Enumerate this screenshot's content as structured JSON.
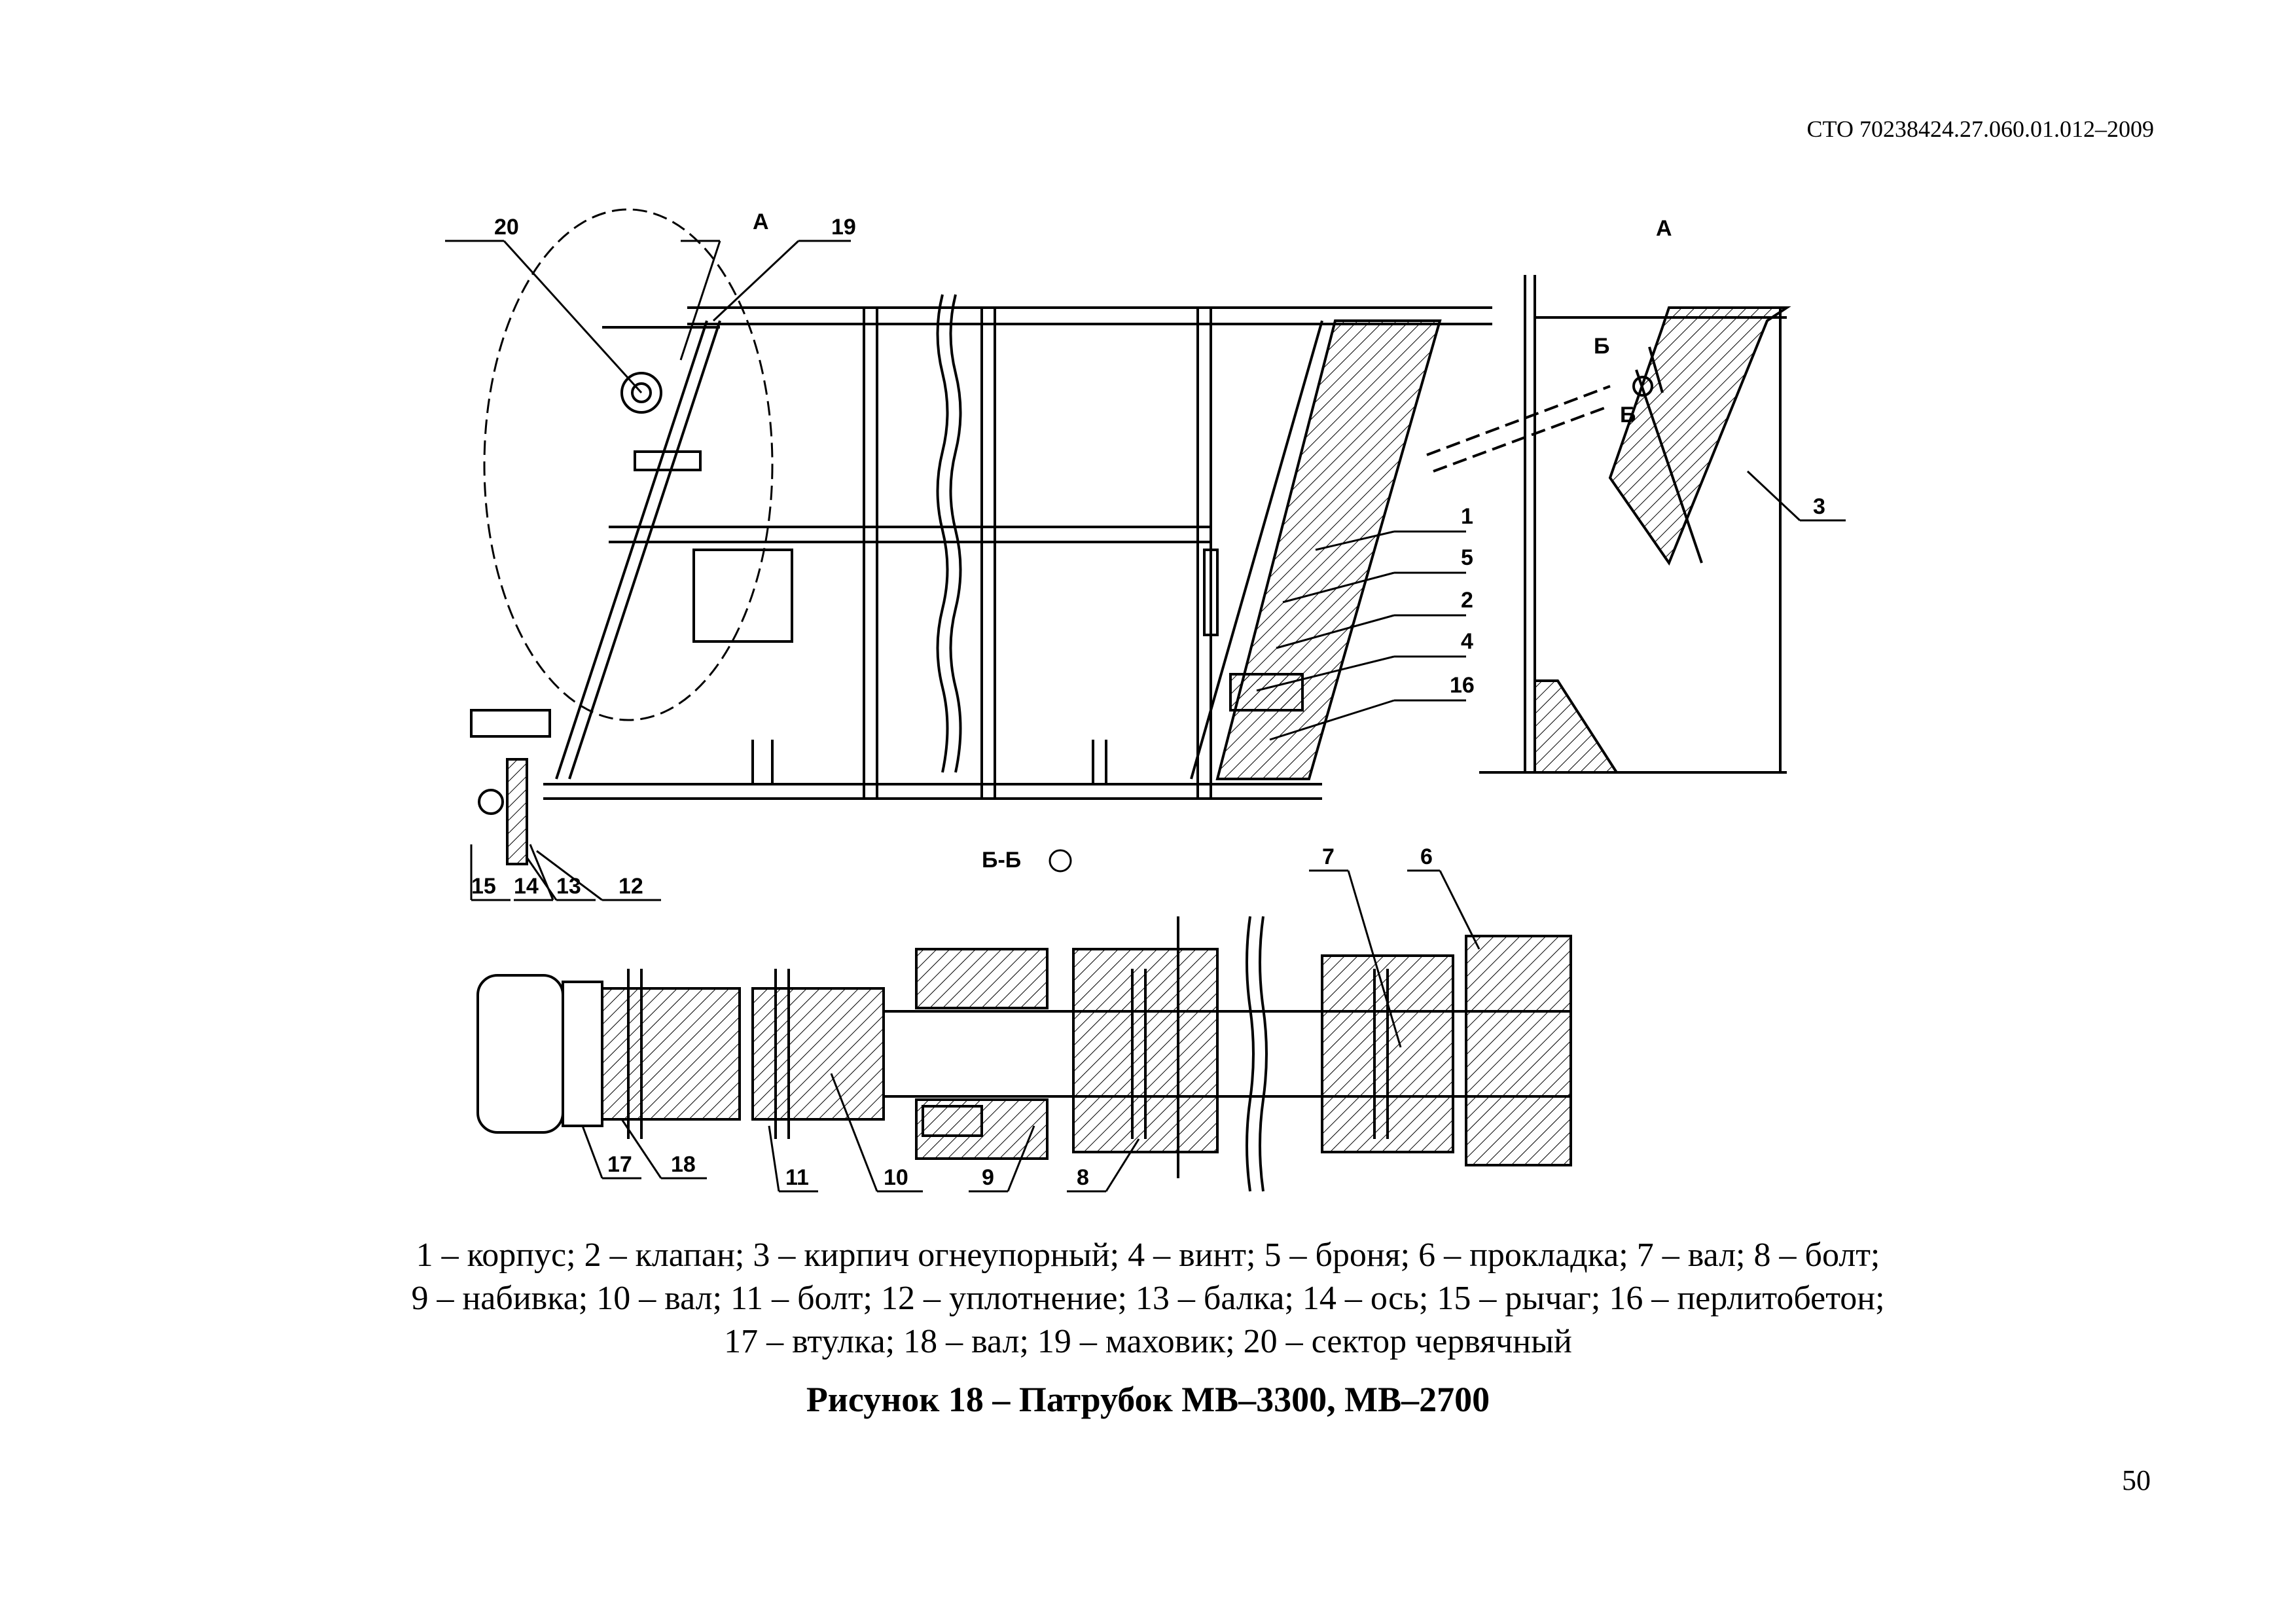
{
  "header": {
    "document_code": "СТО 70238424.27.060.01.012–2009"
  },
  "figure": {
    "top_view_labels": [
      "20",
      "А",
      "19",
      "1",
      "5",
      "2",
      "4",
      "16",
      "15",
      "14",
      "13",
      "12"
    ],
    "detail_view": {
      "title": "А",
      "labels": [
        "Б",
        "Б",
        "3"
      ]
    },
    "section": {
      "title": "Б-Б",
      "labels": [
        "7",
        "6",
        "17",
        "18",
        "11",
        "10",
        "9",
        "8"
      ]
    }
  },
  "caption": {
    "legend_lines": [
      "1 – корпус; 2 – клапан; 3 – кирпич огнеупорный; 4 – винт; 5 – броня; 6 – прокладка; 7 – вал; 8 – болт;",
      "9 – набивка; 10 – вал; 11 – болт; 12 – уплотнение; 13 – балка; 14 – ось; 15 – рычаг; 16 – перлитобетон;",
      "17 – втулка; 18 – вал; 19 – маховик; 20 – сектор червячный"
    ],
    "title": "Рисунок 18 – Патрубок МВ–3300, МВ–2700"
  },
  "page": {
    "number": "50"
  }
}
